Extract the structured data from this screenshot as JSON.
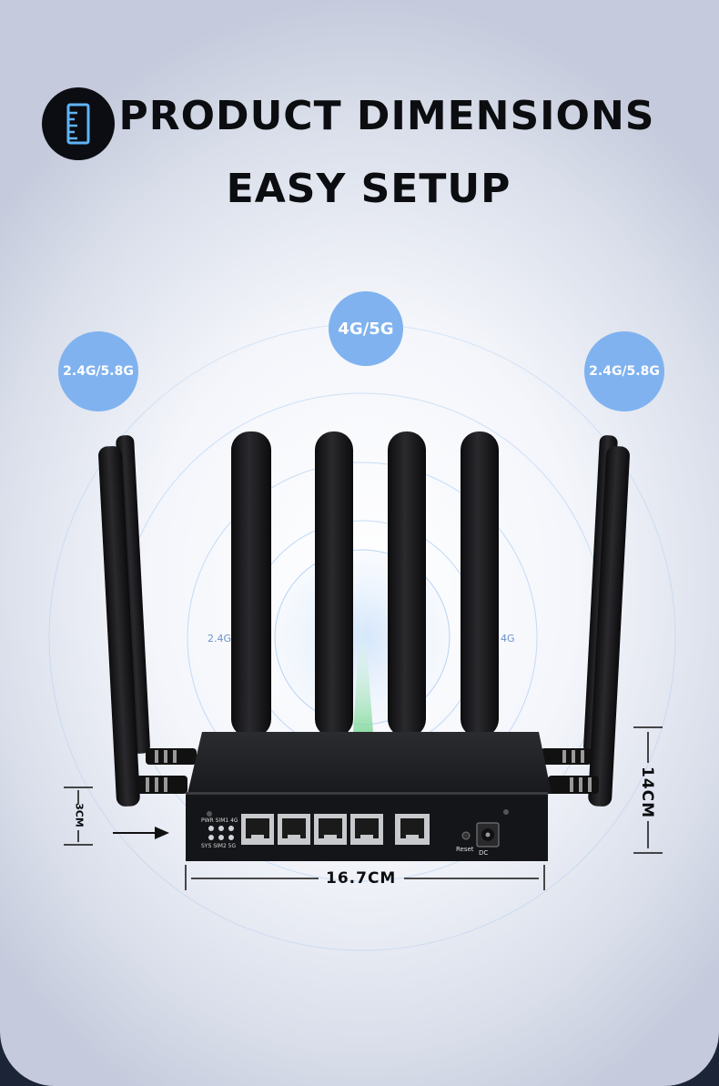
{
  "header": {
    "title": "PRODUCT DIMENSIONS",
    "subtitle": "EASY SETUP",
    "icon": "ruler-icon"
  },
  "bands": {
    "left": "2.4G/5.8G",
    "top": "4G/5G",
    "right": "2.4G/5.8G",
    "inner_left": "2.4G",
    "inner_right": "4G"
  },
  "dimensions": {
    "width": "16.7CM",
    "height": "14CM",
    "depth": "3CM"
  },
  "device": {
    "led_top": "PWR SIM1 4G",
    "led_bottom": "SYS SIM2 5G",
    "reset_label": "Reset",
    "dc_label": "DC"
  },
  "colors": {
    "bubble": "#7fb2ef",
    "title_text": "#0c0d10",
    "device_body": "#1b1c1f"
  }
}
